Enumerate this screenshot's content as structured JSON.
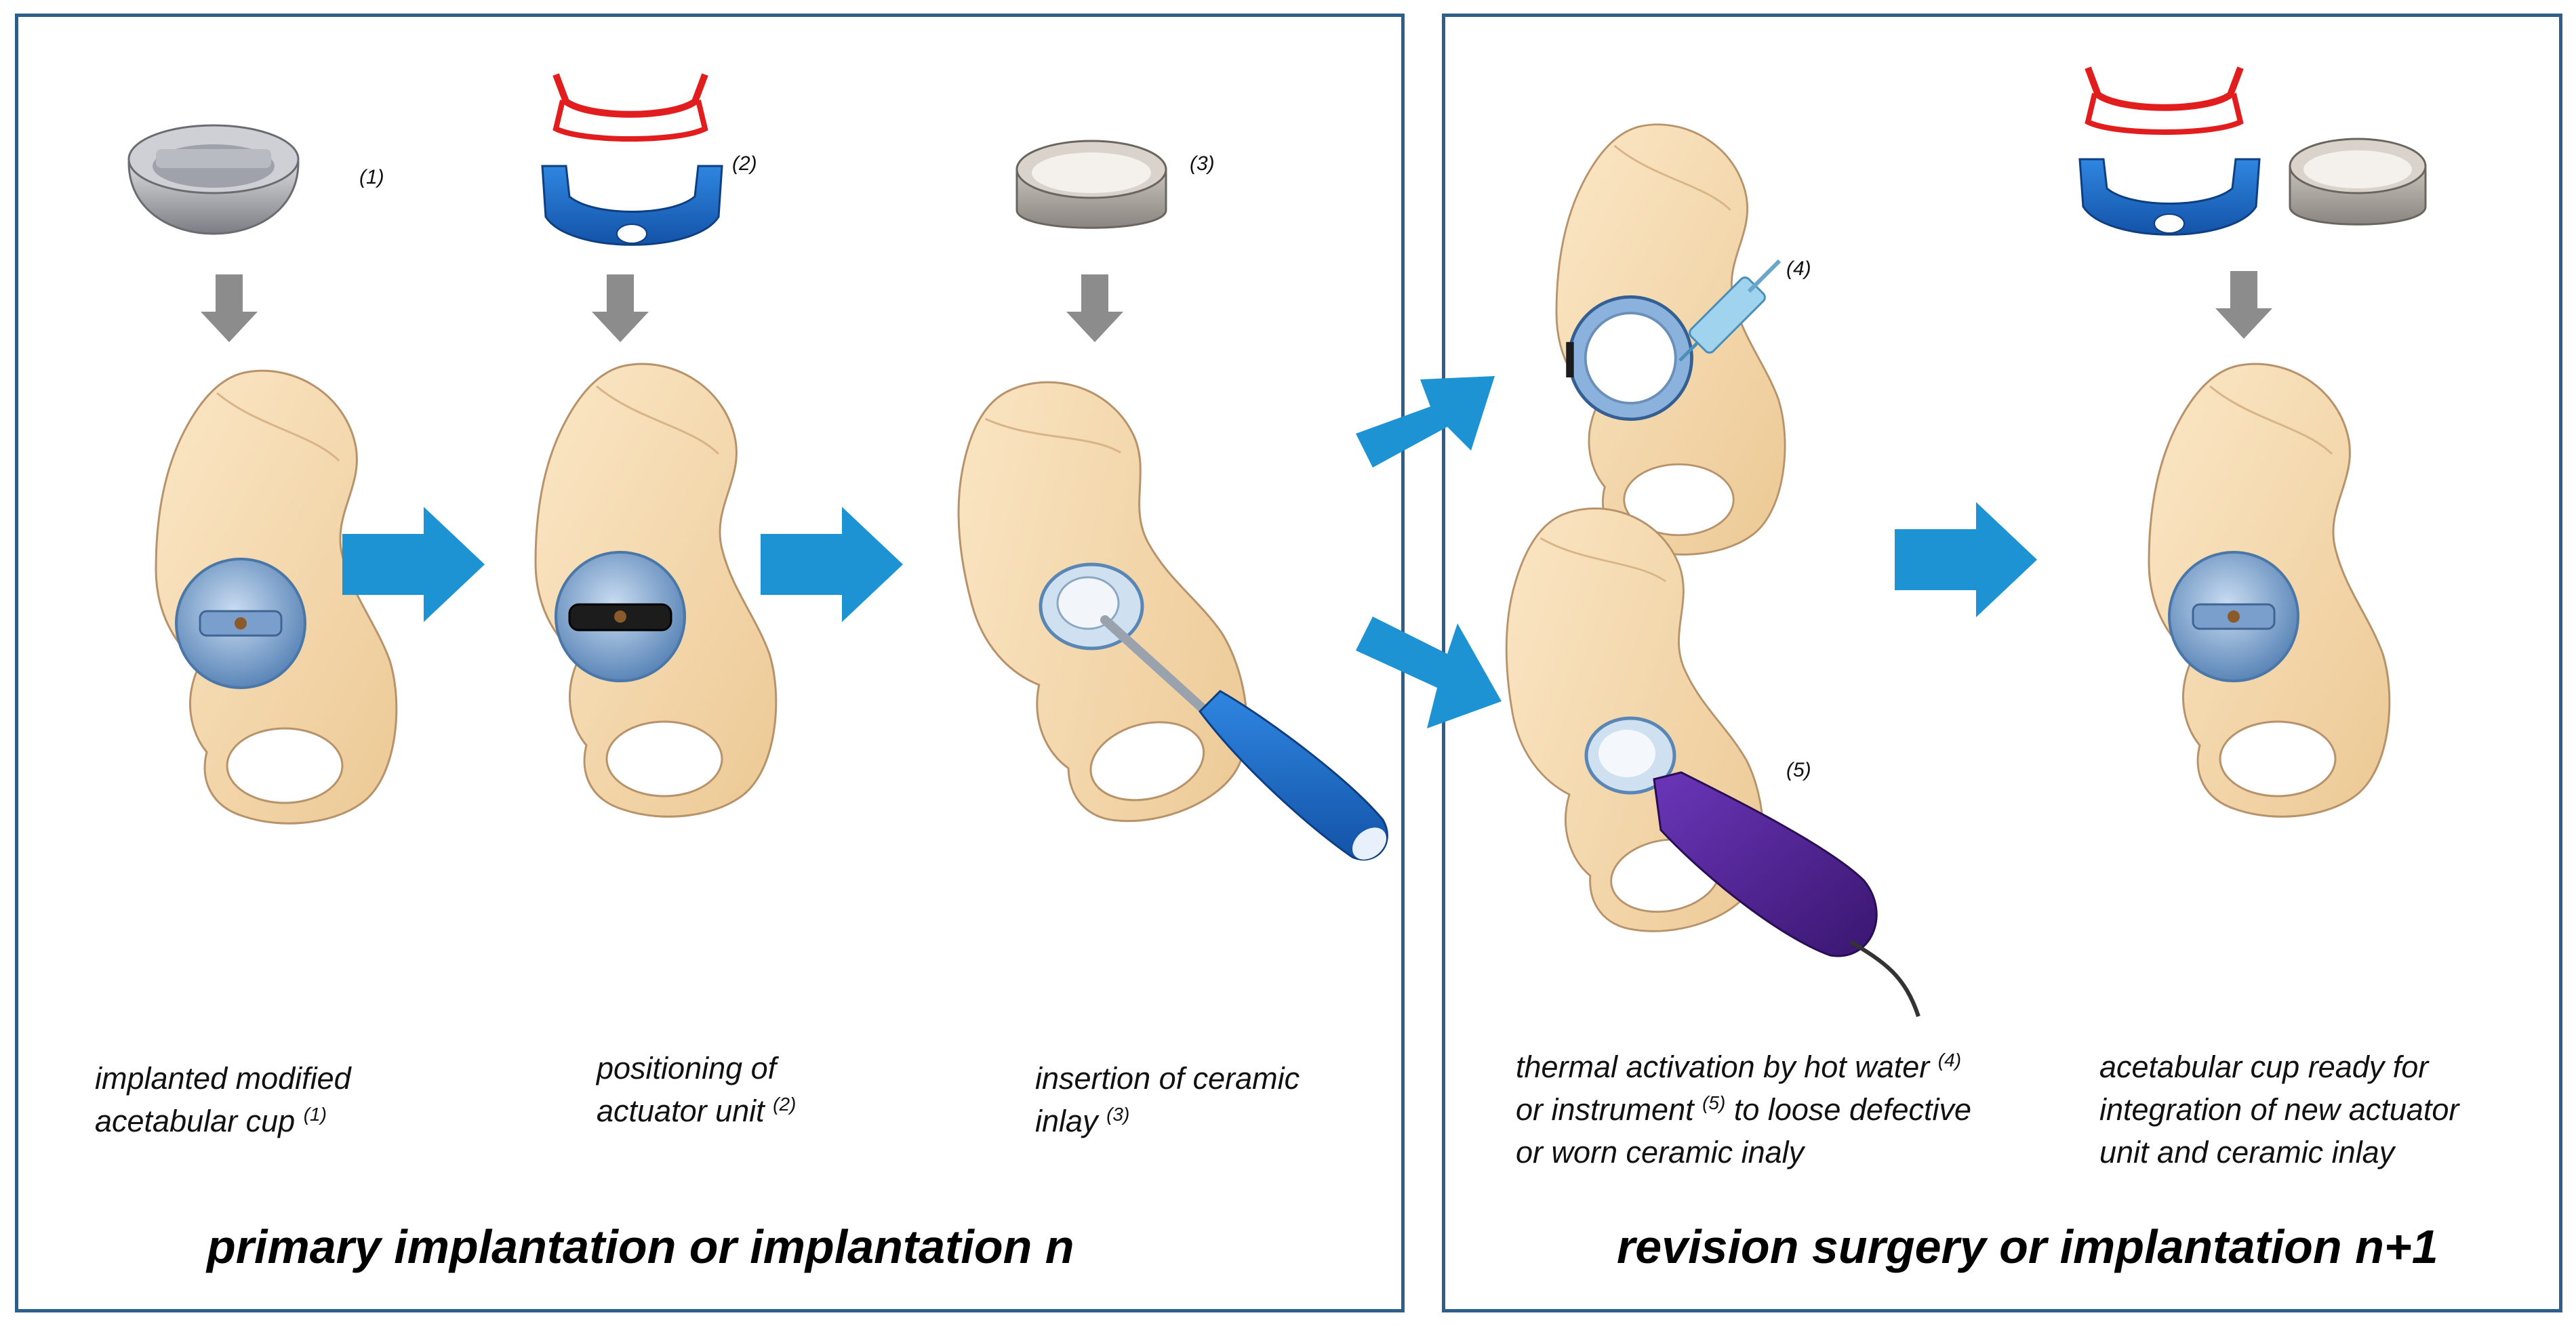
{
  "panels": {
    "left": {
      "footer": "primary implantation or implantation n"
    },
    "right": {
      "footer": "revision surgery or implantation n+1"
    }
  },
  "tags": {
    "t1": "(1)",
    "t2": "(2)",
    "t3": "(3)",
    "t4": "(4)",
    "t5": "(5)"
  },
  "captions": {
    "c1": {
      "line1": "implanted modified",
      "line2": "acetabular cup ",
      "sup": "(1)"
    },
    "c2": {
      "line1": "positioning of",
      "line2": "actuator unit ",
      "sup": "(2)"
    },
    "c3": {
      "line1": "insertion of ceramic",
      "line2": "inlay ",
      "sup": "(3)"
    },
    "c4": {
      "line1a": "thermal activation by hot water ",
      "sup1": "(4)",
      "line2a": "or instrument ",
      "sup2": "(5)",
      "line2b": " to loose defective",
      "line3": "or worn ceramic inaly"
    },
    "c5": {
      "line1": "acetabular cup ready for",
      "line2": "integration of new actuator",
      "line3": "unit and ceramic inlay"
    }
  },
  "colors": {
    "border": "#2e5f8a",
    "bone": "#f6dcb4",
    "bone_edge": "#b8926a",
    "cup_blue": "#7ea8d6",
    "actuator_blue": "#1f6fc9",
    "ring_red": "#e21d1d",
    "process_arrow": "#1e93d3",
    "down_arrow": "#8c8c8c",
    "instrument_purple": "#4b1f87",
    "screwdriver_blue": "#1f5fc4"
  },
  "icons": [
    "acetabular-cup-icon",
    "actuator-unit-icon",
    "ceramic-inlay-icon",
    "red-ring-icon",
    "pelvis-icon",
    "screwdriver-icon",
    "syringe-icon",
    "heating-instrument-icon",
    "process-arrow-icon",
    "down-arrow-icon"
  ]
}
